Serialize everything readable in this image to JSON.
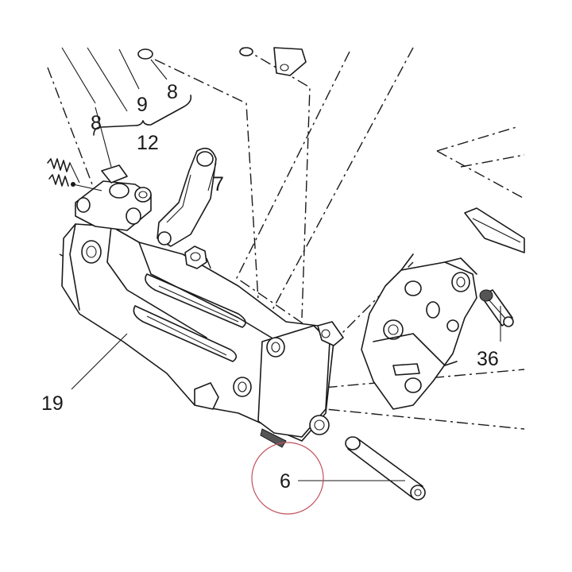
{
  "callouts": {
    "c8a": "8",
    "c9": "9",
    "c8b": "8",
    "c12": "12",
    "c7": "7",
    "c36": "36",
    "c19": "19",
    "c6": "6"
  },
  "colors": {
    "line": "#1a1a1a",
    "highlight_circle": "#c0505a"
  }
}
